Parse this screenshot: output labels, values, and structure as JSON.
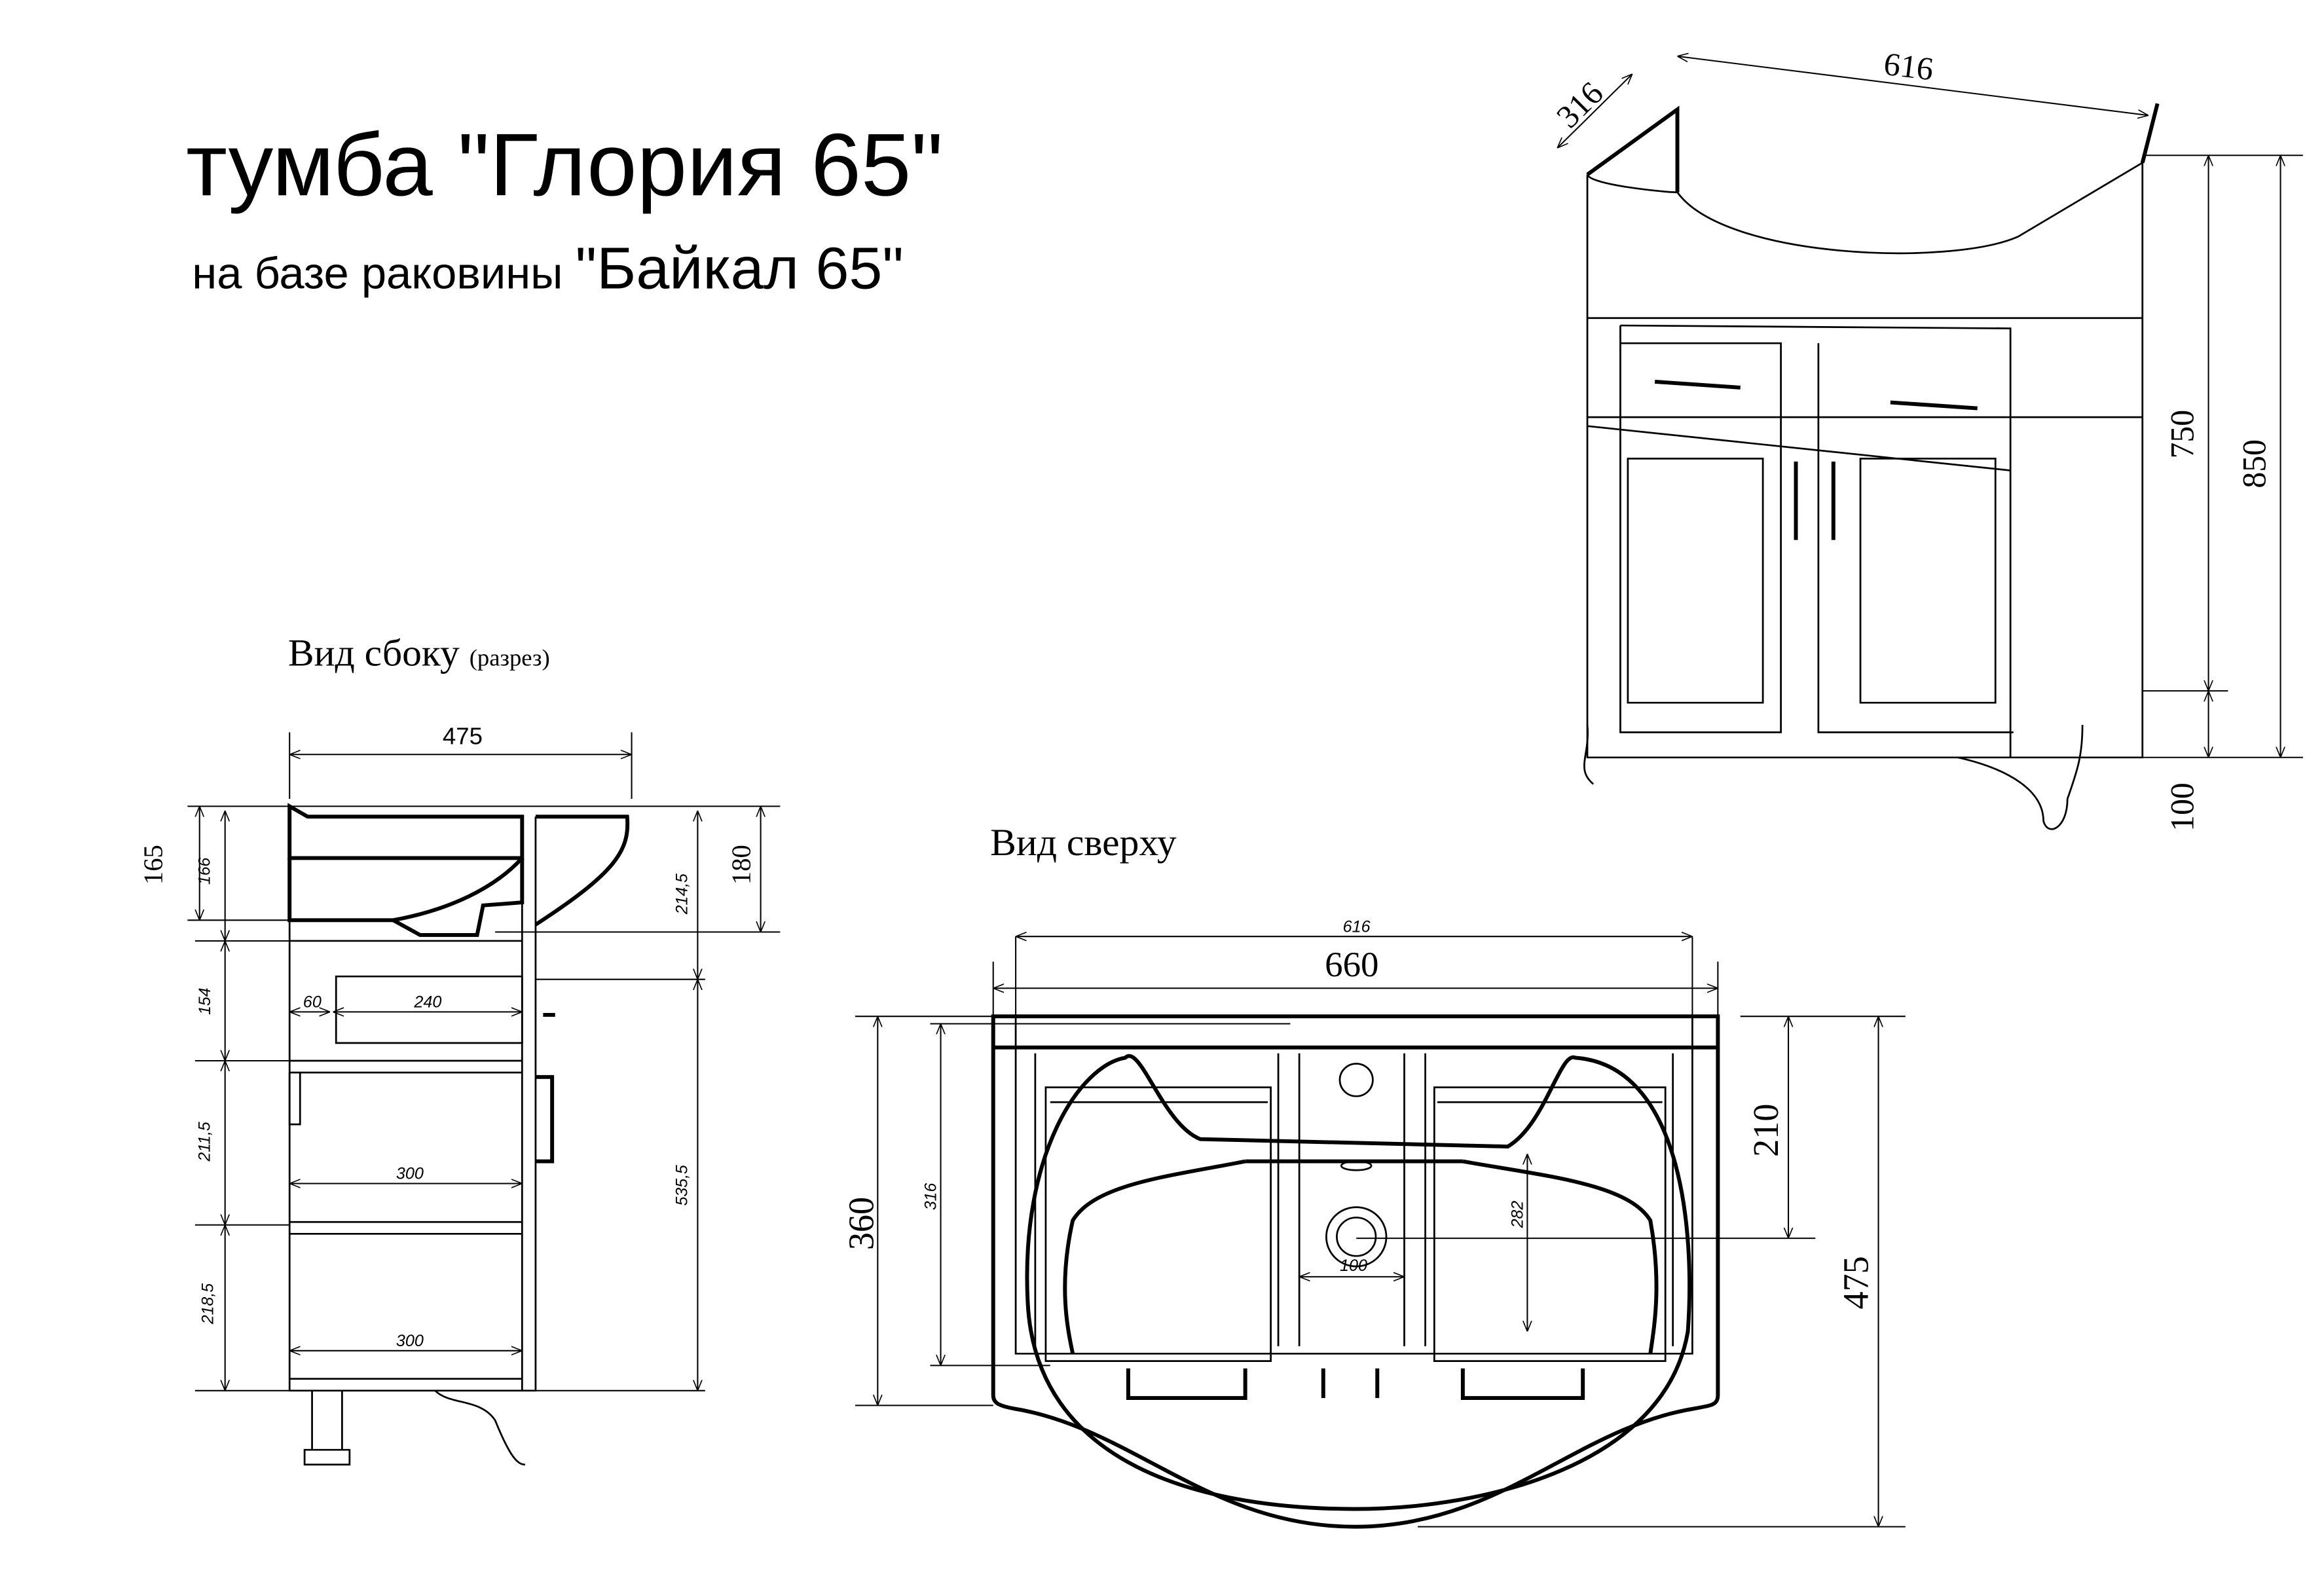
{
  "title": "тумба \"Глория 65\"",
  "subtitle_prefix": "на базе раковины ",
  "subtitle_model": "\"Байкал 65\"",
  "views": {
    "side_label": "Вид сбоку",
    "side_note": "(разрез)",
    "top_label": "Вид сверху"
  },
  "front_dims": {
    "depth": "316",
    "width": "616",
    "body_h": "750",
    "total_h": "850",
    "leg_h": "100"
  },
  "side_dims": {
    "depth": "475",
    "sink_h": "165",
    "sink_inner": "166",
    "sink_total": "180",
    "top_offset": "214,5",
    "drawer_h": "154",
    "drawer_off": "60",
    "drawer_depth": "240",
    "mid_h": "211,5",
    "shelf1": "300",
    "low_h": "218,5",
    "shelf2": "300",
    "body_h": "535,5"
  },
  "top_dims": {
    "inner_w": "616",
    "outer_w": "660",
    "depth_sink": "360",
    "depth_body": "316",
    "drain_off": "210",
    "total_depth": "475",
    "inner_depth": "282",
    "drain_d": "100"
  }
}
